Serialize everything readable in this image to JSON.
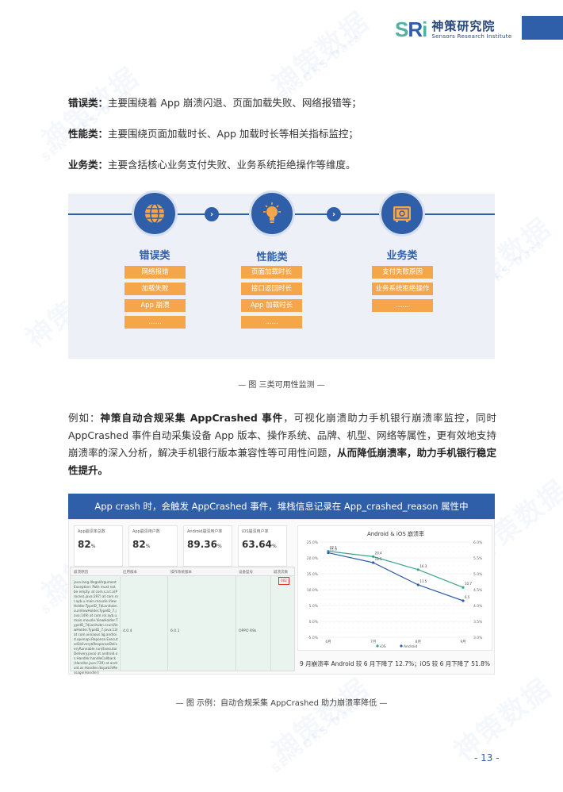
{
  "header": {
    "logo_mark": "S",
    "logo_mark_r": "R",
    "logo_mark_i": "i",
    "logo_cn": "神策研究院",
    "logo_en": "Sensors Research Institute"
  },
  "paragraphs": [
    {
      "label": "错误类：",
      "text": "主要围绕着 App 崩溃闪退、页面加载失败、网络报错等；"
    },
    {
      "label": "性能类：",
      "text": "主要围绕页面加载时长、App 加载时长等相关指标监控；"
    },
    {
      "label": "业务类：",
      "text": "主要含括核心业务支付失败、业务系统拒绝操作等维度。"
    }
  ],
  "figure1": {
    "arrow": "›",
    "categories": [
      {
        "title": "错误类",
        "icon": "globe-icon",
        "tags": [
          "网络报错",
          "加载失败",
          "App 崩溃",
          "……"
        ]
      },
      {
        "title": "性能类",
        "icon": "lightbulb-icon",
        "tags": [
          "页面加载时长",
          "接口返回时长",
          "App 加载时长",
          "……"
        ]
      },
      {
        "title": "业务类",
        "icon": "safe-icon",
        "tags": [
          "支付失败原因",
          "业务系统拒绝操作",
          "……"
        ]
      }
    ],
    "caption": "— 图  三类可用性监测 —"
  },
  "body_paragraph": {
    "prefix": "例如：",
    "bold1": "神策自动合规采集 AppCrashed 事件",
    "mid": "，可视化崩溃助力手机银行崩溃率监控，同时 AppCrashed 事件自动采集设备 App 版本、操作系统、品牌、机型、网络等属性，更有效地支持崩溃率的深入分析，解决手机银行版本兼容性等可用性问题，",
    "bold2": "从而降低崩溃率，助力手机银行稳定性提升。"
  },
  "figure2": {
    "banner": "App crash 时，会触发 AppCrashed 事件，堆栈信息记录在 App_crashed_reason 属性中",
    "metrics": [
      {
        "title": "App崩溃率总数",
        "value": "82",
        "unit": "%"
      },
      {
        "title": "App崩溃用户数",
        "value": "82",
        "unit": "%"
      },
      {
        "title": "Android崩溃用户率",
        "value": "89.36",
        "unit": "%"
      },
      {
        "title": "iOS崩溃用户率",
        "value": "63.64",
        "unit": "%"
      }
    ],
    "table": {
      "headers": [
        "崩溃原因",
        "应用版本",
        "操作系统版本",
        "设备型号",
        "崩溃次数"
      ],
      "log": "java.lang.IllegalArgumentException: Path must not be empty. at com.s.a.t.a(Process.java:297) at com.rol.ayb.u.main.mouzle.ViewHolder.TypeID_7$Lonitubn.cunViewHolder.TypeID_7.java:149) at com.rol.ayb.u.main.mouzle.ViewHolder.TypeID_7$Lonitubn.ccunViewHolder.TypeID_7.java:13) at com.xiniaous.lig.android.openapi.Reponse.ExecutorDelivery$ResponseDeliveryRunnable.run(ExecutorDelivery.java) at android.os.Handler.handleCallback(Handler.java:739) at android.os.Handler.dispatchMessage(Handler)",
      "highlight": "002",
      "row": [
        "4.0.4",
        "6.0.1",
        "OPPO R9s"
      ]
    },
    "chart_title": "Android & iOS 崩溃率",
    "note": "9 月崩溃率 Android 较 6 月下降了 12.7%；iOS 较 6 月下降了 51.8%",
    "caption": "— 图  示例：自动合规采集 AppCrashed 助力崩溃率降低 —"
  },
  "page_number": "- 13 -",
  "watermark": {
    "cn": "神策数据",
    "en": "SENSORS Data"
  },
  "chart_data": {
    "type": "line",
    "title": "Android & iOS 崩溃率",
    "x": [
      "6月",
      "7月",
      "8月",
      "9月"
    ],
    "series": [
      {
        "name": "iOS",
        "values": [
          22.1,
          20.4,
          16.3,
          10.7
        ]
      },
      {
        "name": "Android",
        "values": [
          21.6,
          18.5,
          11.5,
          6.5
        ]
      }
    ],
    "ylabels_left": [
      "25.0%",
      "20.0%",
      "15.0%",
      "10.0%",
      "5.0%",
      "0.0%",
      "-5.0%"
    ],
    "ylabels_right": [
      "6.0%",
      "5.5%",
      "5.0%",
      "4.5%",
      "4.0%",
      "3.5%",
      "3.0%"
    ],
    "ylim": [
      -5,
      25
    ],
    "colors": {
      "iOS": "#3aa58c",
      "Android": "#2f5fa8"
    },
    "grid": true,
    "legend": "bottom"
  }
}
